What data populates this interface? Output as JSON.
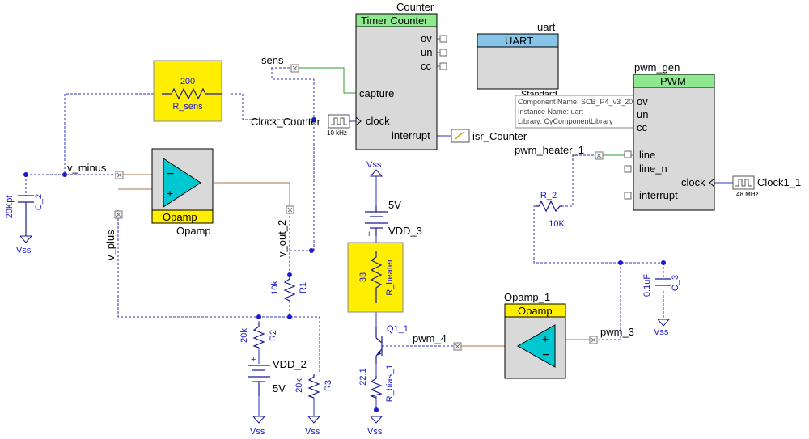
{
  "components": {
    "counter": {
      "instance": "Counter",
      "title": "Timer Counter",
      "ports": [
        "ov",
        "un",
        "cc",
        "capture",
        "clock",
        "interrupt"
      ]
    },
    "uart": {
      "instance": "uart",
      "title": "UART",
      "subtitle": "Standard"
    },
    "pwm": {
      "instance": "pwm_gen",
      "title": "PWM",
      "ports": [
        "ov",
        "un",
        "cc",
        "line",
        "line_n",
        "clock",
        "interrupt"
      ]
    },
    "opamp": {
      "instance": "Opamp",
      "title": "Opamp"
    },
    "opamp1": {
      "instance": "Opamp_1",
      "title": "Opamp"
    },
    "tooltip": {
      "line1": "Component Name: SCB_P4_v3_20",
      "line2": "Instance Name: uart",
      "line3": "Library: CyComponentLibrary"
    },
    "clock_counter": {
      "name": "Clock_Counter",
      "freq": "10 kHz"
    },
    "clock1": {
      "name": "Clock1_1",
      "freq": "48 MHz"
    },
    "isr": {
      "name": "isr_Counter"
    }
  },
  "passives": {
    "r_sens": {
      "value": "200",
      "name": "R_sens"
    },
    "r_heater": {
      "value": "33",
      "name": "R_heater"
    },
    "r1": {
      "value": "10k",
      "name": "R1"
    },
    "r2": {
      "value": "20k",
      "name": "R2"
    },
    "r3": {
      "value": "20k",
      "name": "R3"
    },
    "r_2": {
      "value": "10K",
      "name": "R_2"
    },
    "r_bias": {
      "value": "22.1",
      "name": "R_bias_1"
    },
    "c2": {
      "value": "20Kpf",
      "name": "C_2"
    },
    "c3": {
      "value": "0.1uF",
      "name": "C_3"
    },
    "q1": {
      "name": "Q1_1"
    }
  },
  "sources": {
    "vdd2": {
      "name": "VDD_2",
      "voltage": "5V"
    },
    "vdd3": {
      "name": "VDD_3",
      "voltage": "5V"
    }
  },
  "nets": {
    "sens": "sens",
    "v_minus": "v_minus",
    "v_plus": "v_plus",
    "v_out_2": "v_out_2",
    "pwm_heater_1": "pwm_heater_1",
    "pwm_4": "pwm_4",
    "pwm_3": "pwm_3",
    "vss": "Vss",
    "vss_label": "Vss"
  },
  "colors": {
    "component_header": "#8ee88e",
    "uart_header": "#87c5e8",
    "component_body": "#d9d9d9",
    "yellow_box": "#ffee00",
    "opamp_fill": "#00c8d0",
    "wire": "#3030c0"
  }
}
